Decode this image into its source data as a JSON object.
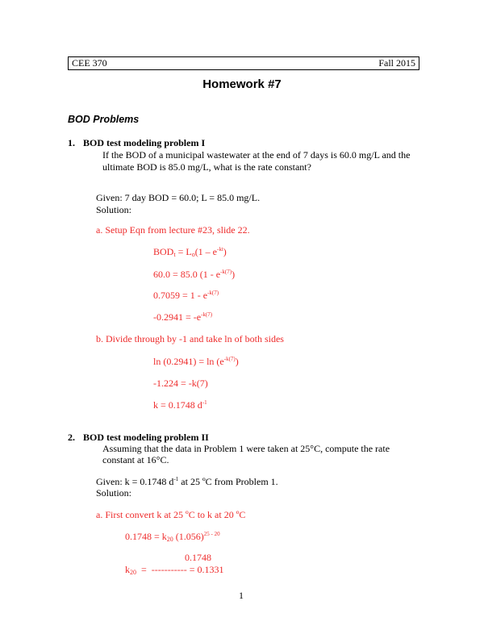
{
  "header": {
    "course": "CEE 370",
    "term": "Fall 2015"
  },
  "title": "Homework #7",
  "section": "BOD Problems",
  "problem1": {
    "number": "1.",
    "heading": "BOD test modeling problem I",
    "text1": "If the BOD of a municipal wastewater at the end of 7 days is 60.0 mg/L and the",
    "text2": "ultimate BOD is 85.0 mg/L, what is the rate constant?",
    "given": "Given: 7 day BOD = 60.0; L = 85.0 mg/L.",
    "solution": "Solution:",
    "step_a": "a. Setup Eqn from lecture #23, slide 22.",
    "eq1": {
      "a": "BOD",
      "a_sub": "t",
      "b": " = L",
      "b_sub": "o",
      "c": "(1 – e",
      "c_sup": "-kt",
      "d": ")"
    },
    "eq2": {
      "a": "60.0 = 85.0 (1 - e",
      "sup": "-k(7)",
      "b": ")"
    },
    "eq3": {
      "a": "0.7059 = 1 - e",
      "sup": "-k(7)"
    },
    "eq4": {
      "a": "-0.2941 = -e",
      "sup": "-k(7)"
    },
    "step_b": "b. Divide through by -1 and take ln of both sides",
    "eq5": {
      "a": "ln (0.2941) = ln (e",
      "sup": "-k(7)",
      "b": ")"
    },
    "eq6": "-1.224 = -k(7)",
    "eq7": {
      "a": "k = 0.1748 d",
      "sup": "-1"
    }
  },
  "problem2": {
    "number": "2.",
    "heading": "BOD test modeling problem II",
    "text1": "Assuming that the data in Problem 1 were taken at 25°C, compute the rate",
    "text2": "constant at 16°C.",
    "given": {
      "a": "Given:  k = 0.1748 d",
      "sup": "-1",
      "b": " at 25 ºC from Problem 1."
    },
    "solution": "Solution:",
    "step_a": "a. First convert k at 25 ºC to k at 20 ºC",
    "eq1": {
      "a": "0.1748 = k",
      "sub": "20",
      "b": " (1.056)",
      "sup": "25 - 20"
    },
    "eq2_num": "0.1748",
    "eq2": {
      "a": "k",
      "sub": "20",
      "b": "  =  ----------- = 0.1331"
    }
  },
  "page_number": "1"
}
